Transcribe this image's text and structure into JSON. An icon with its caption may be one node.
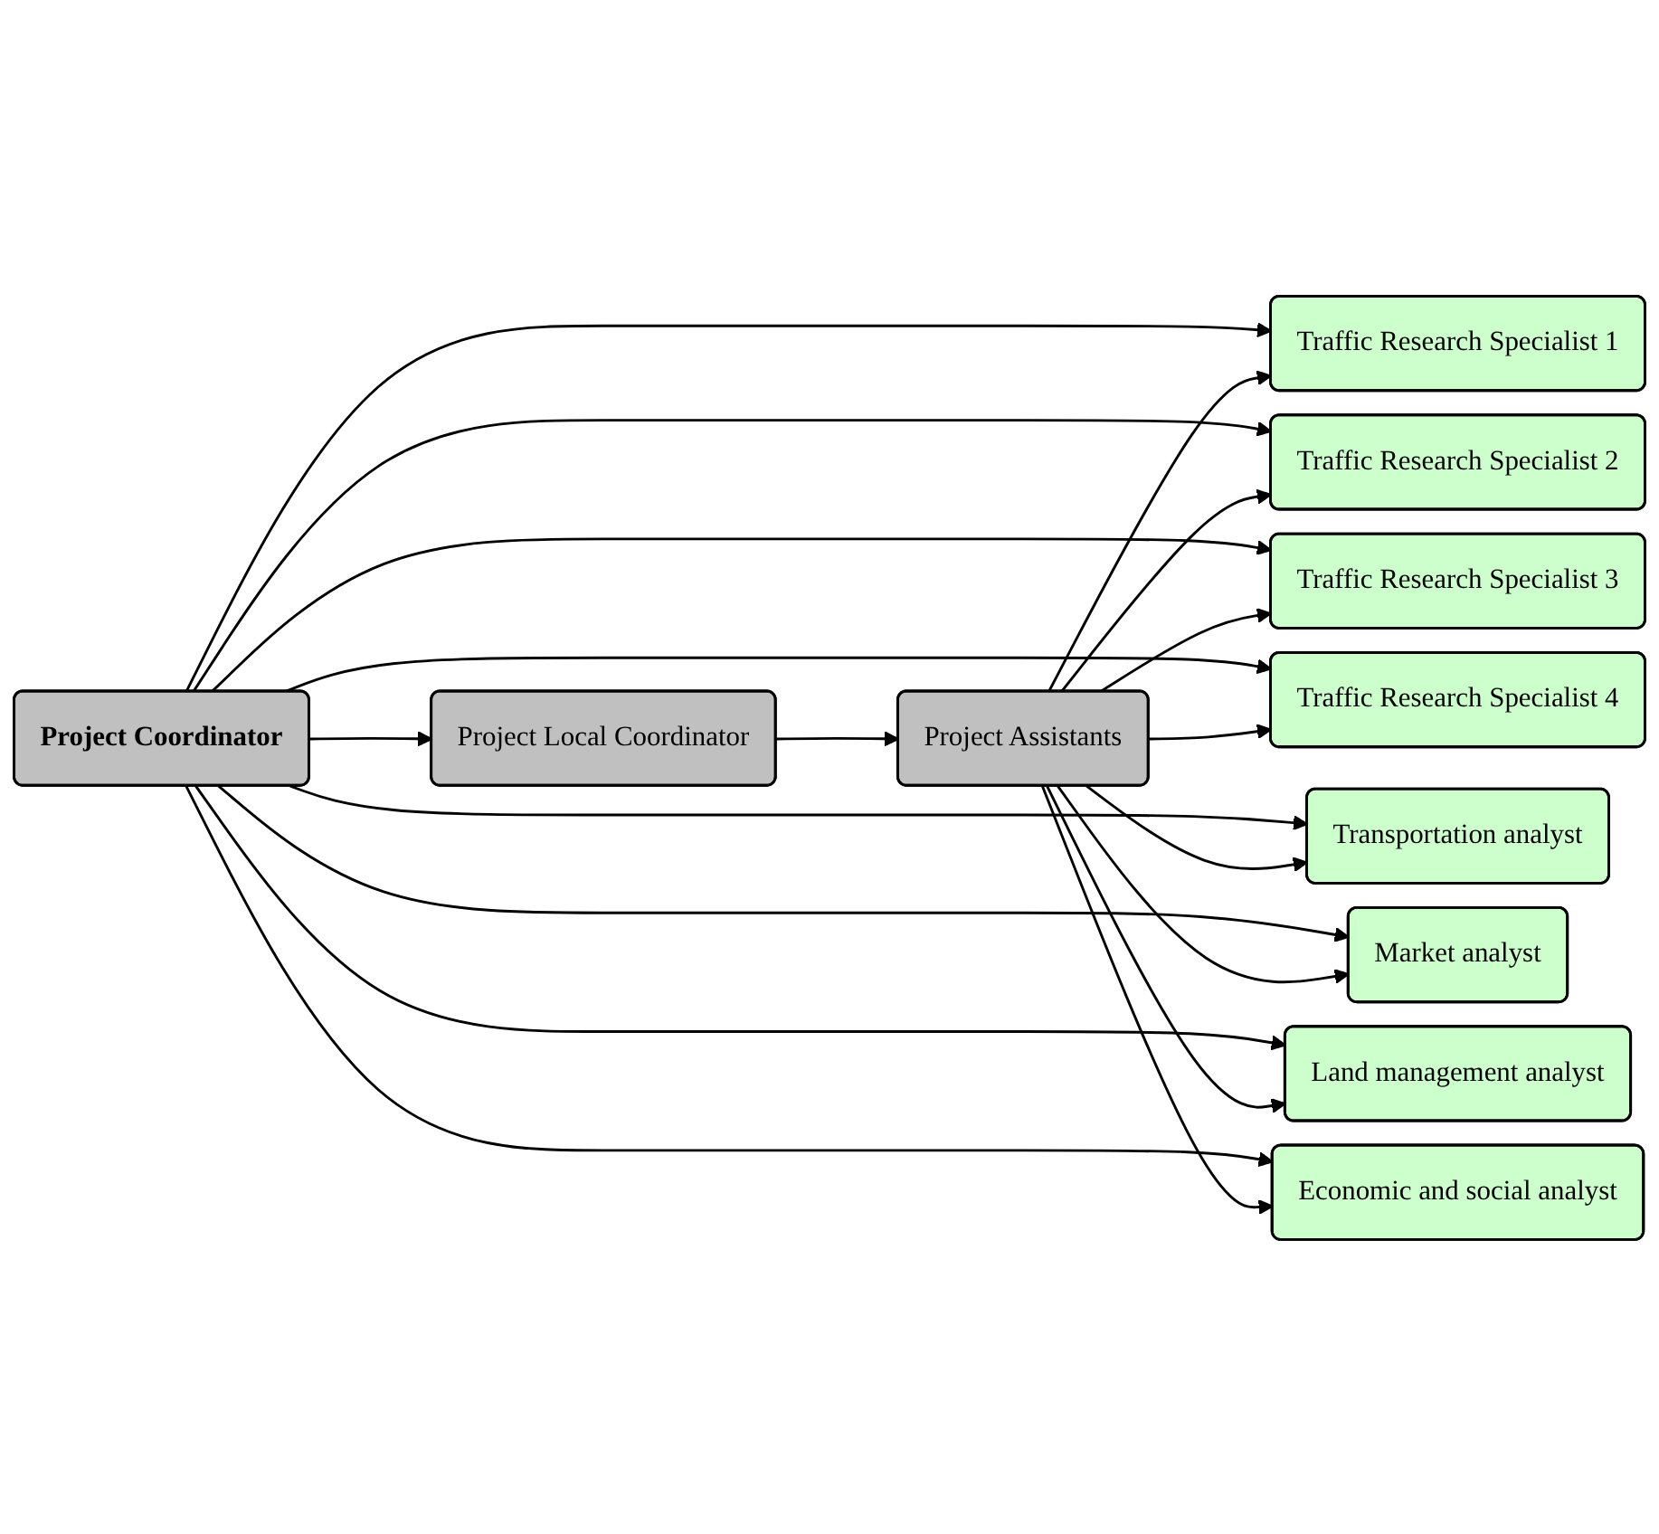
{
  "diagram": {
    "nodes": [
      {
        "text": [
          "Project Coordinator"
        ]
      },
      {
        "text": [
          "Project Local Coordinator"
        ]
      },
      {
        "text": [
          "Project Assistants"
        ]
      },
      {
        "text": [
          "Traffic Research Specialist 1"
        ]
      },
      {
        "text": [
          "Traffic Research Specialist 2"
        ]
      },
      {
        "text": [
          "Traffic Research Specialist 3"
        ]
      },
      {
        "text": [
          "Traffic Research Specialist 4"
        ]
      },
      {
        "text": [
          "Transportation analyst"
        ]
      },
      {
        "text": [
          "Market analyst"
        ]
      },
      {
        "text": [
          "Land management analyst"
        ]
      },
      {
        "text": [
          "Economic and social analyst"
        ]
      }
    ],
    "edges": [
      {
        "from": 0,
        "to": 1,
        "arrow": "to"
      },
      {
        "from": 1,
        "to": 2,
        "arrow": "to"
      },
      {
        "from": 0,
        "to": 3,
        "arrow": "to"
      },
      {
        "from": 0,
        "to": 4,
        "arrow": "to"
      },
      {
        "from": 0,
        "to": 5,
        "arrow": "to"
      },
      {
        "from": 0,
        "to": 6,
        "arrow": "to"
      },
      {
        "from": 0,
        "to": 7,
        "arrow": "to"
      },
      {
        "from": 0,
        "to": 8,
        "arrow": "to"
      },
      {
        "from": 0,
        "to": 9,
        "arrow": "to"
      },
      {
        "from": 0,
        "to": 10,
        "arrow": "to"
      },
      {
        "from": 2,
        "to": 3,
        "arrow": "to"
      },
      {
        "from": 2,
        "to": 4,
        "arrow": "to"
      },
      {
        "from": 2,
        "to": 5,
        "arrow": "to"
      },
      {
        "from": 2,
        "to": 6,
        "arrow": "to"
      },
      {
        "from": 2,
        "to": 7,
        "arrow": "to"
      },
      {
        "from": 2,
        "to": 8,
        "arrow": "to"
      },
      {
        "from": 2,
        "to": 9,
        "arrow": "to"
      },
      {
        "from": 2,
        "to": 10,
        "arrow": "to"
      }
    ]
  }
}
